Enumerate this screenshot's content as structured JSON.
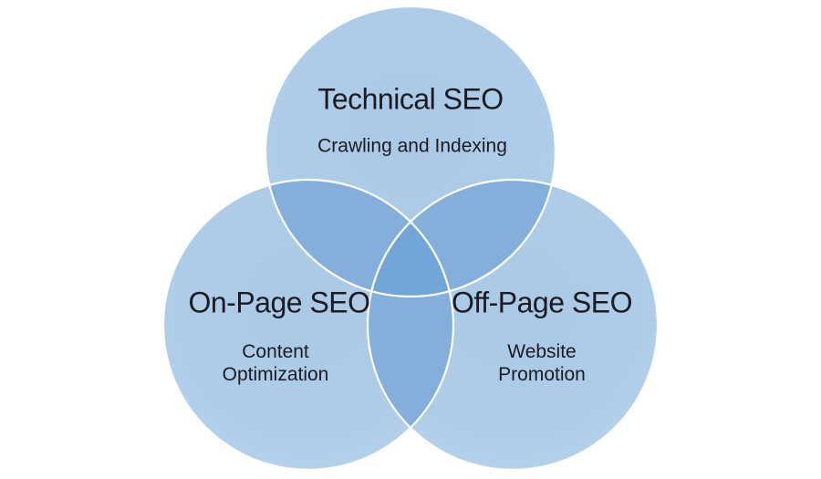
{
  "venn": {
    "background": "#ffffff",
    "circles": [
      {
        "name": "technical-seo",
        "title": "Technical SEO",
        "subtitle": "Crawling and Indexing"
      },
      {
        "name": "on-page-seo",
        "title": "On-Page SEO",
        "subtitle": "Content Optimization"
      },
      {
        "name": "off-page-seo",
        "title": "Off-Page SEO",
        "subtitle": "Website Promotion"
      }
    ],
    "colors": {
      "circle_fill": "#aecde8",
      "circle_fill_center": "#a9c9e6",
      "circle_fill_edge": "#bad5ef",
      "overlap_two": "#84afdb",
      "overlap_three": "#72a6d8",
      "circle_stroke": "#ffffff",
      "text": "#1b1b21"
    }
  }
}
